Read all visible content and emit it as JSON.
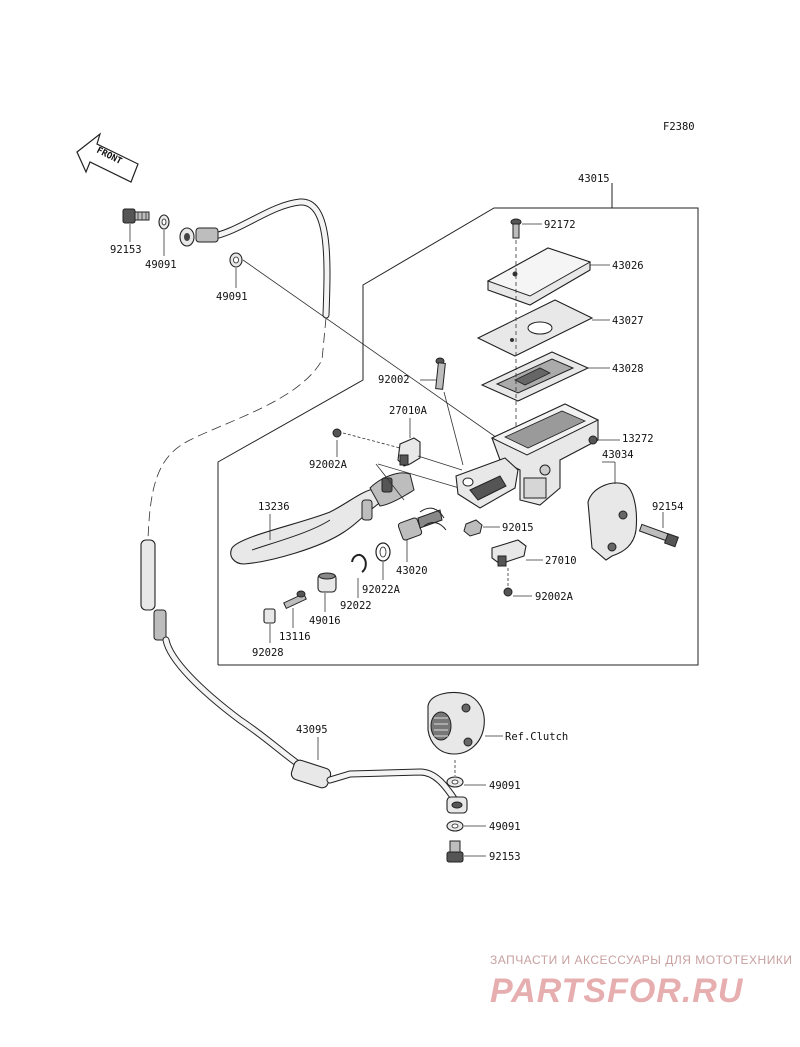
{
  "diagram": {
    "figure_code": "F2380",
    "front_label": "FRONT",
    "ref_label": "Ref.Clutch",
    "parts": {
      "p43015": "43015",
      "p92172": "92172",
      "p43026": "43026",
      "p43027": "43027",
      "p43028": "43028",
      "p92002": "92002",
      "p27010A": "27010A",
      "p13272": "13272",
      "p43034": "43034",
      "p92002A_top": "92002A",
      "p13236": "13236",
      "p92154": "92154",
      "p92015": "92015",
      "p27010": "27010",
      "p43020": "43020",
      "p92022A": "92022A",
      "p92022": "92022",
      "p49016": "49016",
      "p92002A_bot": "92002A",
      "p13116": "13116",
      "p92028": "92028",
      "p92153_top": "92153",
      "p49091_a": "49091",
      "p49091_b": "49091",
      "p43095": "43095",
      "p49091_c": "49091",
      "p49091_d": "49091",
      "p92153_bot": "92153"
    }
  },
  "watermark": {
    "tagline": "ЗАПЧАСТИ И АКСЕССУАРЫ ДЛЯ МОТОТЕХНИКИ",
    "brand": "PARTSFOR.RU"
  }
}
